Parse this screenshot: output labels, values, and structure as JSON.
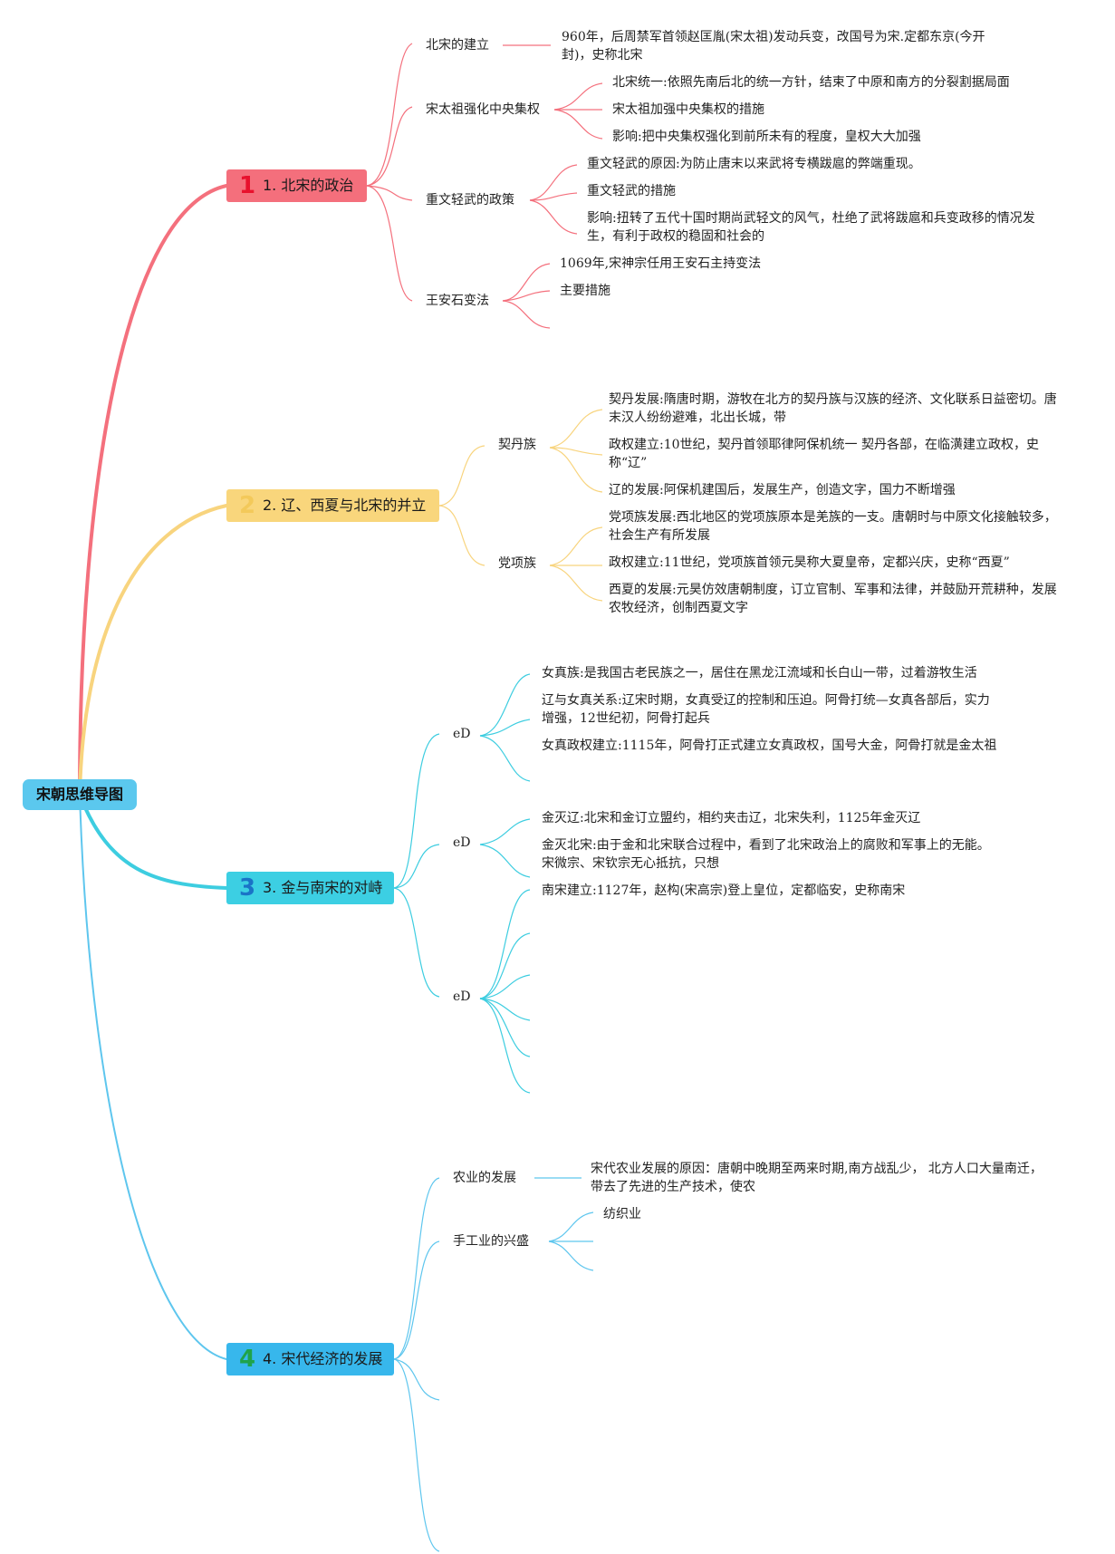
{
  "colors": {
    "root_bg": "#5bc8ee",
    "b1_bg": "#f46f7c",
    "b1_line": "#f4707d",
    "b1_num": "#e8112d",
    "b2_bg": "#f9d67c",
    "b2_line": "#f8d47e",
    "b2_num": "#f3c95a",
    "b3_bg": "#3ccfe3",
    "b3_line": "#3dcde0",
    "b3_num": "#1a73c7",
    "b4_bg": "#37b7ec",
    "b4_line": "#5ec6ee",
    "b4_num": "#1fa34a"
  },
  "root": {
    "label": "宋朝思维导图"
  },
  "b1": {
    "num": "1",
    "label": "1. 北宋的政治",
    "t1": {
      "label": "北宋的建立",
      "leaf1": "960年，后周禁军首领赵匡胤(宋太祖)发动兵变，改国号为宋.定都东京(今开封)，史称北宋"
    },
    "t2": {
      "label": "宋太祖强化中央集权",
      "leaf1": "北宋统一:依照先南后北的统一方针，结束了中原和南方的分裂割据局面",
      "leaf2": "宋太祖加强中央集权的措施",
      "leaf3": "影响:把中央集权强化到前所未有的程度，皇权大大加强"
    },
    "t3": {
      "label": "重文轻武的政策",
      "leaf1": "重文轻武的原因:为防止唐末以来武将专横跋扈的弊端重现。",
      "leaf2": "重文轻武的措施",
      "leaf3": "影响:扭转了五代十国时期尚武轻文的风气，杜绝了武将跋扈和兵变政移的情况发生，有利于政权的稳固和社会的"
    },
    "t4": {
      "label": "王安石变法",
      "leaf1": "1069年,宋神宗任用王安石主持变法",
      "leaf2": "主要措施"
    }
  },
  "b2": {
    "num": "2",
    "label": "2. 辽、西夏与北宋的并立",
    "t1": {
      "label": "契丹族",
      "leaf1": "契丹发展:隋唐时期，游牧在北方的契丹族与汉族的经济、文化联系日益密切。唐末汉人纷纷避难，北出长城，带",
      "leaf2": "政权建立:10世纪，契丹首领耶律阿保机统一 契丹各部，在临潢建立政权，史称“辽”",
      "leaf3": "辽的发展:阿保机建国后，发展生产，创造文字，国力不断增强"
    },
    "t2": {
      "label": "党项族",
      "leaf1": "党项族发展:西北地区的党项族原本是羌族的一支。唐朝时与中原文化接触较多，社会生产有所发展",
      "leaf2": "政权建立:11世纪，党项族首领元昊称大夏皇帝，定都兴庆，史称“西夏”",
      "leaf3": "西夏的发展:元昊仿效唐朝制度，订立官制、军事和法律，并鼓励开荒耕种，发展农牧经济，创制西夏文字"
    }
  },
  "b3": {
    "num": "3",
    "label": "3. 金与南宋的对峙",
    "t1": {
      "label": "eD",
      "leaf1": "女真族:是我国古老民族之一，居住在黑龙江流域和长白山一带，过着游牧生活",
      "leaf2": "辽与女真关系:辽宋时期，女真受辽的控制和压迫。阿骨打统—女真各部后，实力增强，12世纪初，阿骨打起兵",
      "leaf3": "女真政权建立:1115年，阿骨打正式建立女真政权，国号大金，阿骨打就是金太祖"
    },
    "t2": {
      "label": "eD",
      "leaf1": "金灭辽:北宋和金订立盟约，相约夹击辽，北宋失利，1125年金灭辽",
      "leaf2": "金灭北宋:由于金和北宋联合过程中，看到了北宋政治上的腐败和军事上的无能。宋微宗、宋钦宗无心抵抗，只想"
    },
    "t3": {
      "label": "eD",
      "leaf1": "南宋建立:1127年，赵构(宋高宗)登上皇位，定都临安，史称南宋"
    }
  },
  "b4": {
    "num": "4",
    "label": "4. 宋代经济的发展",
    "t1": {
      "label": "农业的发展",
      "leaf1": "宋代农业发展的原因：唐朝中晚期至两来时期,南方战乱少， 北方人口大量南迁，带去了先进的生产技术，使农"
    },
    "t2": {
      "label": "手工业的兴盛",
      "leaf1": "纺织业"
    }
  }
}
